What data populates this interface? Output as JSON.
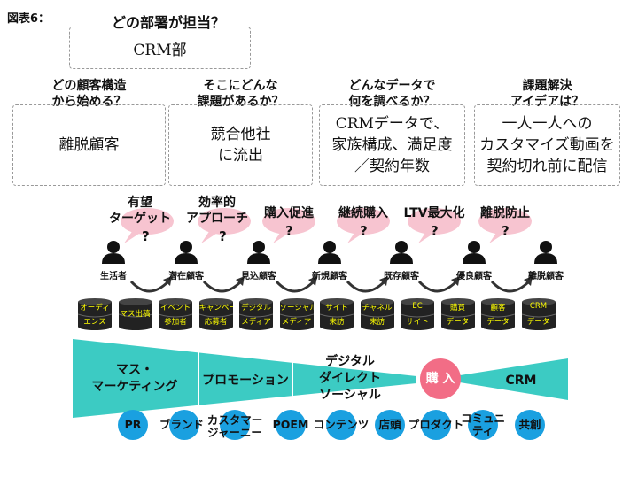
{
  "figure_label": "図表6：",
  "department": {
    "question": "どの部署が担当？",
    "answer": "CRM部"
  },
  "columns": [
    {
      "question": "どの顧客構造\nから始める？",
      "answer": "離脱顧客"
    },
    {
      "question": "そこにどんな\n課題があるか？",
      "answer": "競合他社\nに流出"
    },
    {
      "question": "どんなデータで\n何を調べるか？",
      "answer": "CRMデータで、\n家族構成、満足度\n／契約年数"
    },
    {
      "question": "課題解決\nアイデアは？",
      "answer": "一人一人への\nカスタマイズ動画を\n契約切れ前に配信"
    }
  ],
  "bubbles": [
    {
      "label": "有望\nターゲット",
      "mark": "?"
    },
    {
      "label": "効率的\nアプローチ",
      "mark": "?"
    },
    {
      "label": "購入促進",
      "mark": "?"
    },
    {
      "label": "継続購入",
      "mark": "?"
    },
    {
      "label": "LTV最大化",
      "mark": "?"
    },
    {
      "label": "離脱防止",
      "mark": "?"
    }
  ],
  "customer_stages": [
    "生活者",
    "潜在顧客",
    "見込顧客",
    "新規顧客",
    "既存顧客",
    "優良顧客",
    "離脱顧客"
  ],
  "data_sources": [
    [
      "オーディ",
      "エンス"
    ],
    [
      "",
      "マス出稿"
    ],
    [
      "イベント",
      "参加者"
    ],
    [
      "キャンペーン",
      "応募者"
    ],
    [
      "デジタル",
      "メディア"
    ],
    [
      "ソーシャル",
      "メディア"
    ],
    [
      "サイト",
      "来訪"
    ],
    [
      "チャネル",
      "来訪"
    ],
    [
      "EC",
      "サイト"
    ],
    [
      "購買",
      "データ"
    ],
    [
      "顧客",
      "データ"
    ],
    [
      "CRM",
      "データ"
    ]
  ],
  "funnel": {
    "segments": [
      "マス・\nマーケティング",
      "プロモーション",
      "デジタル\nダイレクト\nソーシャル"
    ],
    "purchase": "購 入",
    "crm": "CRM"
  },
  "touchpoints": [
    "PR",
    "ブランド",
    "カスタマー\nジャーニー",
    "POEM",
    "コンテンツ",
    "店頭",
    "プロダクト",
    "コミュニ\nティ",
    "共創"
  ],
  "colors": {
    "teal": "#3ccbc3",
    "pink": "#f26d86",
    "bubble": "#f7c4d0",
    "blue": "#1aa0e0",
    "data_text": "#ffff00"
  }
}
